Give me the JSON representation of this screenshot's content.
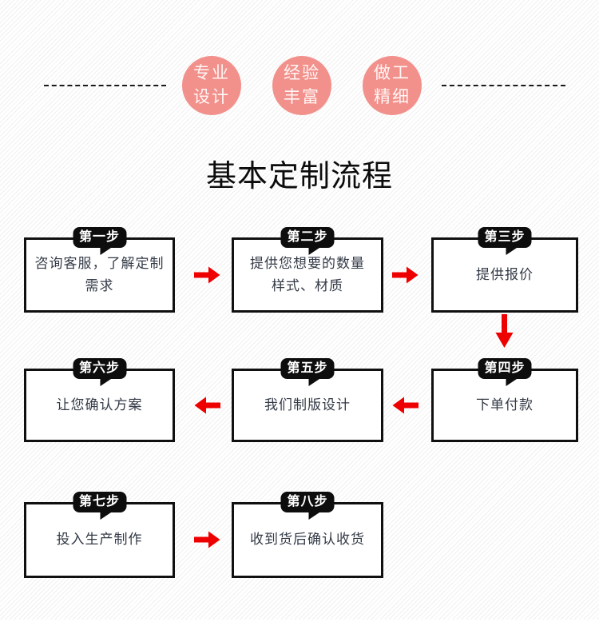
{
  "title": "基本定制流程",
  "badges": [
    {
      "text": "专业\n设计"
    },
    {
      "text": "经验\n丰富"
    },
    {
      "text": "做工\n精细"
    }
  ],
  "steps": [
    {
      "label": "第一步",
      "text": "咨询客服，了解定制\n需求"
    },
    {
      "label": "第二步",
      "text": "提供您想要的数量\n样式、材质"
    },
    {
      "label": "第三步",
      "text": "提供报价"
    },
    {
      "label": "第四步",
      "text": "下单付款"
    },
    {
      "label": "第五步",
      "text": "我们制版设计"
    },
    {
      "label": "第六步",
      "text": "让您确认方案"
    },
    {
      "label": "第七步",
      "text": "投入生产制作"
    },
    {
      "label": "第八步",
      "text": "收到货后确认收货"
    }
  ],
  "arrows": [
    {
      "from": 1,
      "to": 2,
      "direction": "right"
    },
    {
      "from": 2,
      "to": 3,
      "direction": "right"
    },
    {
      "from": 3,
      "to": 4,
      "direction": "down"
    },
    {
      "from": 4,
      "to": 5,
      "direction": "left"
    },
    {
      "from": 5,
      "to": 6,
      "direction": "left"
    },
    {
      "from": 7,
      "to": 8,
      "direction": "right"
    }
  ],
  "colors": {
    "badge_pink": "#F2918C",
    "arrow_red": "#EE0000",
    "step_text": "#333A46",
    "label_bg": "#0D0D0D",
    "border_black": "#101010",
    "stripe_gray": "#ECECEC"
  }
}
